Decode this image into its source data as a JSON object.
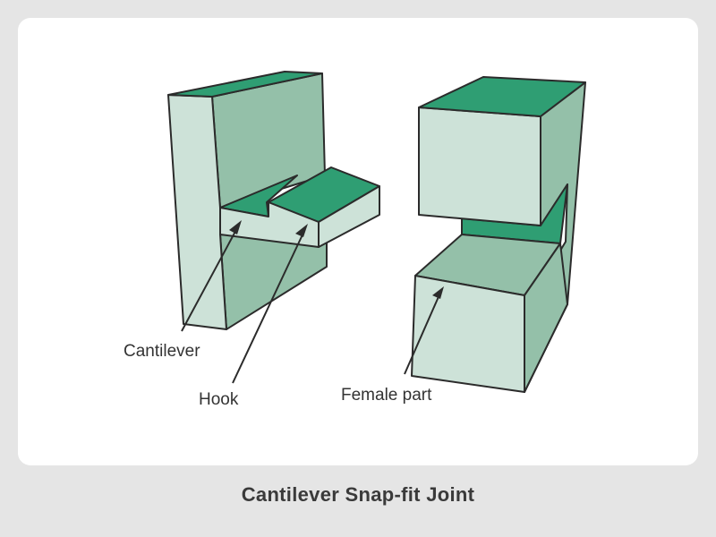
{
  "diagram": {
    "caption": "Cantilever Snap-fit Joint",
    "labels": {
      "cantilever": "Cantilever",
      "hook": "Hook",
      "female_part": "Female part"
    },
    "colors": {
      "page_background": "#e5e5e5",
      "card_background": "#ffffff",
      "face_light": "#cde2d8",
      "face_mid": "#94c0a9",
      "face_dark": "#2f9e73",
      "outline": "#2b2b2b",
      "text": "#333333"
    }
  }
}
